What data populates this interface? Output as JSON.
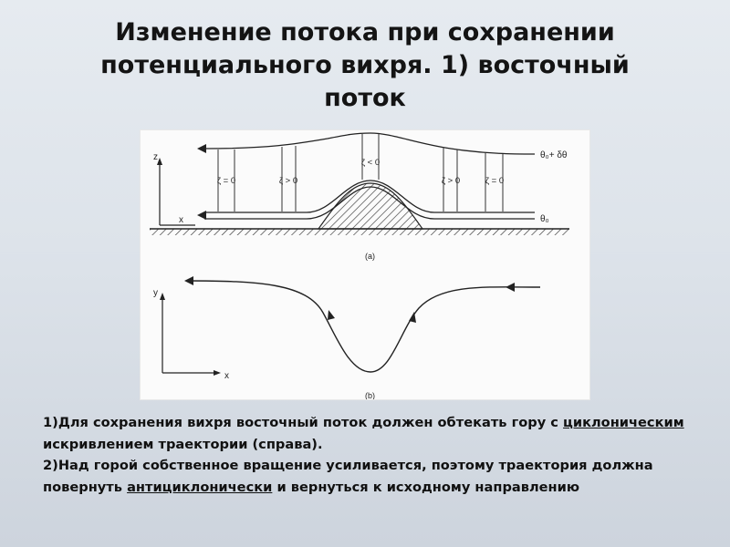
{
  "slide": {
    "title_lines": [
      "Изменение потока при сохранении",
      "потенциального вихря. 1) восточный",
      "поток"
    ]
  },
  "figure": {
    "top": {
      "axis_z": "z",
      "axis_x": "x",
      "zeta_labels": [
        "ζ = 0",
        "ζ > 0",
        "ζ < 0",
        "ζ > 0",
        "ζ = 0"
      ],
      "upper_surface_label": "θ₀+ δθ",
      "lower_surface_label": "θ₀",
      "panel_label": "(a)"
    },
    "bottom": {
      "axis_y": "y",
      "axis_x": "x",
      "panel_label": "(b)"
    }
  },
  "notes": {
    "p1_a": "1)Для сохранения вихря восточный поток должен обтекать гору с ",
    "p1_u": "циклоническим",
    "p1_b": " искривлением траектории (справа).",
    "p2_a": "2)Над горой собственное вращение усиливается, поэтому траектория должна повернуть ",
    "p2_u": "антициклонически",
    "p2_b": " и вернуться к исходному направлению"
  }
}
